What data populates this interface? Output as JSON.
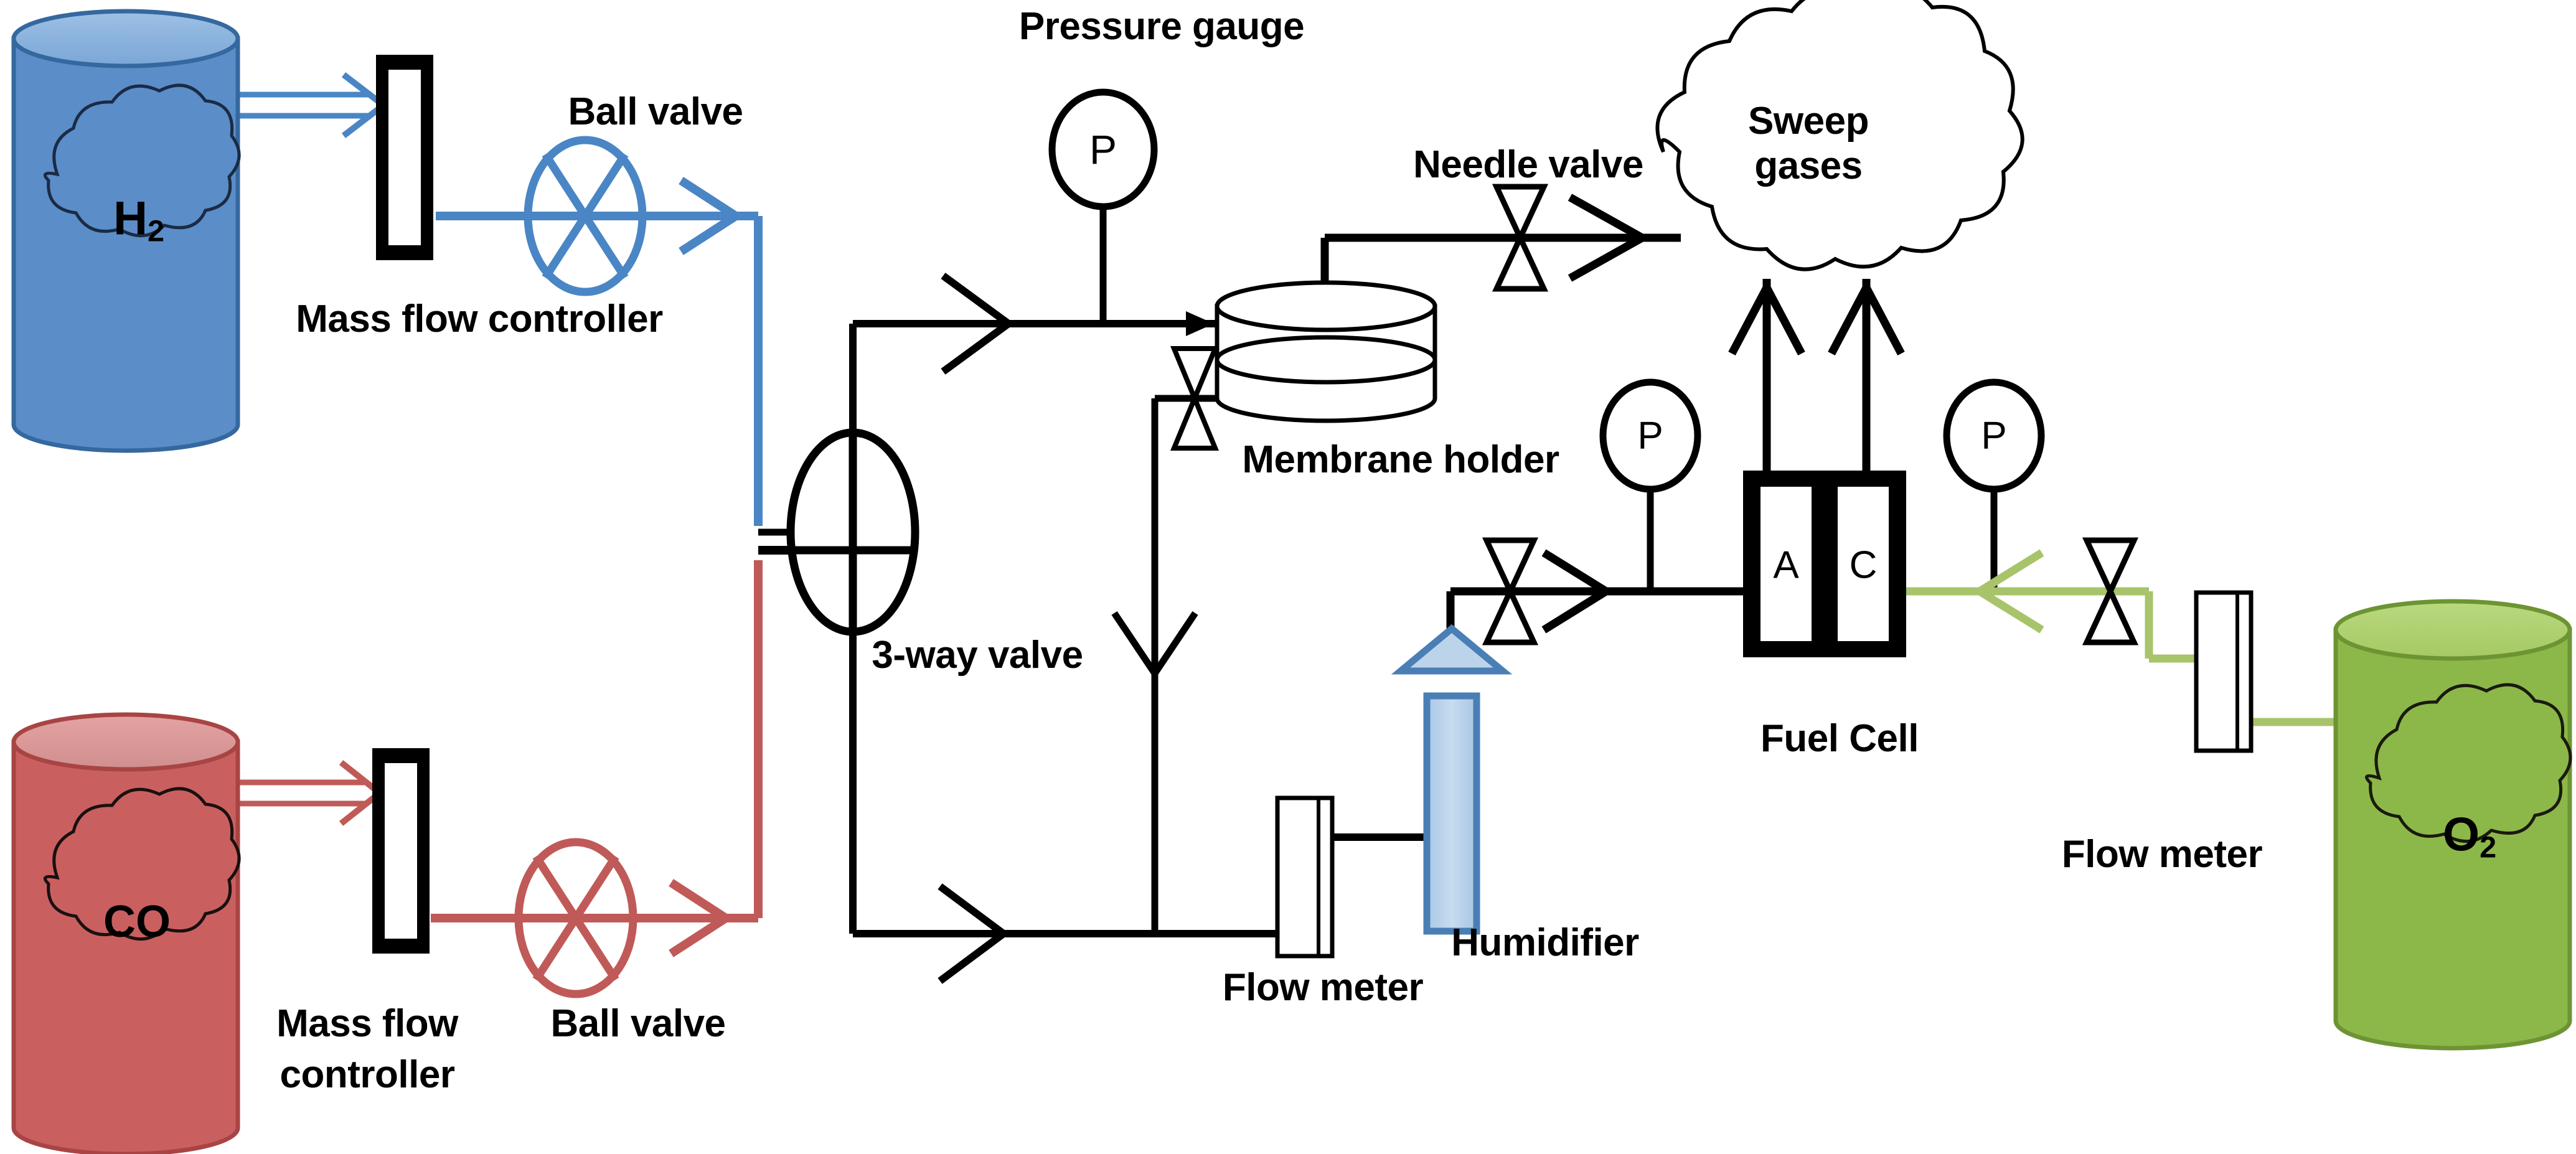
{
  "diagram": {
    "title": "Fuel cell test station flow diagram",
    "background": "#ffffff"
  },
  "colors": {
    "h2_body": "#5b8dc8",
    "h2_top": "#8cb2dd",
    "h2_stroke": "#34689f",
    "h2_line": "#4a86c5",
    "co_body": "#c9605f",
    "co_top": "#dd908f",
    "co_stroke": "#a84544",
    "co_line": "#c05a58",
    "o2_body": "#8cb84a",
    "o2_top": "#b0d070",
    "o2_stroke": "#6d9433",
    "o2_line": "#a8c46a",
    "humidifier_fill": "#bcd4ea",
    "humidifier_stroke": "#4a7fb5",
    "black": "#000000"
  },
  "cylinders": [
    {
      "name": "h2-cylinder",
      "label": "H",
      "sub": "2",
      "gas": "H2"
    },
    {
      "name": "co-cylinder",
      "label": "CO",
      "sub": "",
      "gas": "CO"
    },
    {
      "name": "o2-cylinder",
      "label": "O",
      "sub": "2",
      "gas": "O2"
    }
  ],
  "labels": {
    "h2_gas": "H",
    "h2_gas_sub": "2",
    "co_gas": "CO",
    "o2_gas": "O",
    "o2_gas_sub": "2",
    "mass_flow_controller_top": "Mass flow controller",
    "ball_valve_top": "Ball valve",
    "mass_flow_controller_bottom_line1": "Mass flow",
    "mass_flow_controller_bottom_line2": "controller",
    "ball_valve_bottom": "Ball valve",
    "three_way_valve": "3-way valve",
    "pressure_gauge": "Pressure gauge",
    "membrane_holder": "Membrane holder",
    "needle_valve": "Needle valve",
    "sweep_gases_line1": "Sweep",
    "sweep_gases_line2": "gases",
    "flow_meter_center": "Flow meter",
    "humidifier": "Humidifier",
    "fuel_cell": "Fuel Cell",
    "flow_meter_right": "Flow meter",
    "gauge_symbol": "P",
    "anode": "A",
    "cathode": "C"
  },
  "gauges": [
    {
      "name": "pressure-gauge-membrane",
      "symbol": "P"
    },
    {
      "name": "pressure-gauge-anode",
      "symbol": "P"
    },
    {
      "name": "pressure-gauge-cathode",
      "symbol": "P"
    }
  ],
  "components": [
    {
      "name": "mass-flow-controller-h2",
      "kind": "mass-flow-controller"
    },
    {
      "name": "ball-valve-h2",
      "kind": "ball-valve"
    },
    {
      "name": "mass-flow-controller-co",
      "kind": "mass-flow-controller"
    },
    {
      "name": "ball-valve-co",
      "kind": "ball-valve"
    },
    {
      "name": "three-way-valve",
      "kind": "three-way-valve"
    },
    {
      "name": "pressure-gauge",
      "kind": "gauge"
    },
    {
      "name": "membrane-holder",
      "kind": "vessel"
    },
    {
      "name": "needle-valve-sweep",
      "kind": "needle-valve"
    },
    {
      "name": "needle-valve-membrane",
      "kind": "needle-valve"
    },
    {
      "name": "needle-valve-anode",
      "kind": "needle-valve"
    },
    {
      "name": "needle-valve-cathode",
      "kind": "needle-valve"
    },
    {
      "name": "sweep-gases-cloud",
      "kind": "cloud"
    },
    {
      "name": "flow-meter-center",
      "kind": "flow-meter"
    },
    {
      "name": "flow-meter-right",
      "kind": "flow-meter"
    },
    {
      "name": "humidifier",
      "kind": "humidifier"
    },
    {
      "name": "fuel-cell",
      "kind": "fuel-cell"
    }
  ]
}
